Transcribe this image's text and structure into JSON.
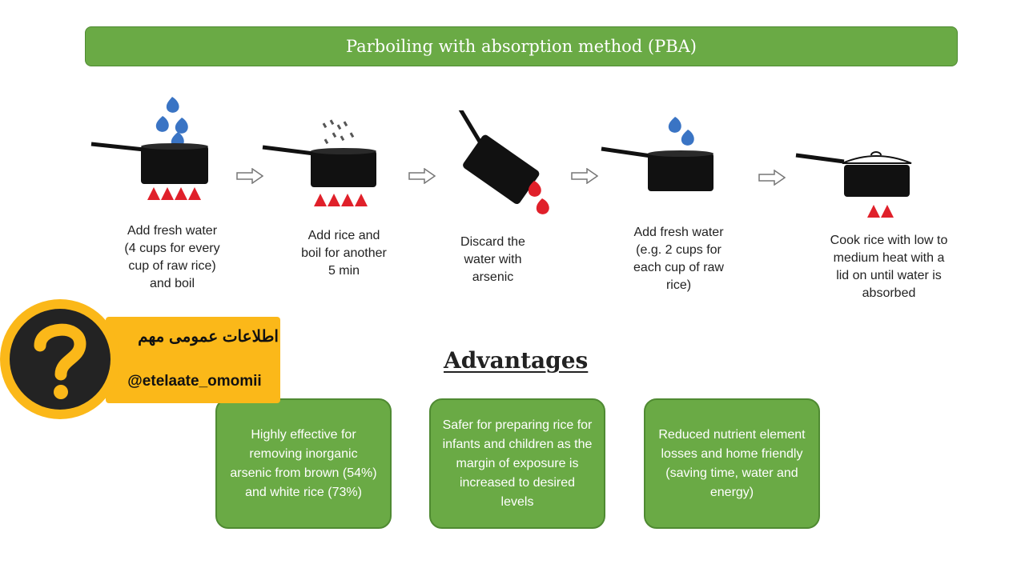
{
  "title": "Parboiling with absorption method (PBA)",
  "steps": [
    {
      "text": "Add fresh water (4 cups for every cup of raw rice) and boil"
    },
    {
      "text": "Add rice and boil for another 5 min"
    },
    {
      "text": "Discard the water with arsenic"
    },
    {
      "text": "Add fresh water (e.g. 2 cups for each cup of raw rice)"
    },
    {
      "text": "Cook rice with low to medium heat with a lid on until water is absorbed"
    }
  ],
  "advantages_title": "Advantages",
  "advantages": [
    {
      "text": "Highly effective for removing inorganic arsenic from brown (54%) and white rice (73%)"
    },
    {
      "text": "Safer for preparing rice for infants and children as the margin of exposure is increased to desired levels"
    },
    {
      "text": "Reduced nutrient element losses and home friendly (saving time, water and energy)"
    }
  ],
  "watermark": {
    "persian": "اطلاعات عمومی مهم",
    "handle": "@etelaate_omomii"
  },
  "colors": {
    "green": "#6aaa45",
    "pot": "#111111",
    "flame": "#e0202a",
    "water": "#3a74c4",
    "arsenic": "#e0202a",
    "badge": "#fbb819"
  },
  "icons": [
    "pot-icon",
    "flame-icon",
    "water-drop-icon",
    "steam-icon",
    "arrow-right-icon",
    "question-mark-icon"
  ]
}
